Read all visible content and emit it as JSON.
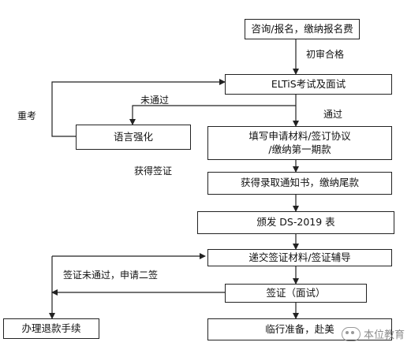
{
  "nodes": {
    "consult": "咨询/报名，缴纳报名费",
    "eltis": "ELTiS考试及面试",
    "language": "语言强化",
    "apply": "填写申请材料/签订协议\n/缴纳第一期款",
    "admission": "获得录取通知书，缴纳尾款",
    "ds2019": "颁发 DS-2019 表",
    "submit": "递交签证材料/签证辅导",
    "visa": "签证（面试）",
    "refund": "办理退款手续",
    "depart": "临行准备，赴美"
  },
  "labels": {
    "preliminary_pass": "初审合格",
    "retake": "重考",
    "failed": "未通过",
    "passed": "通过",
    "got_visa": "获得签证",
    "visa_denied": "签证未通过，申请二签"
  },
  "watermark": "本位教育"
}
